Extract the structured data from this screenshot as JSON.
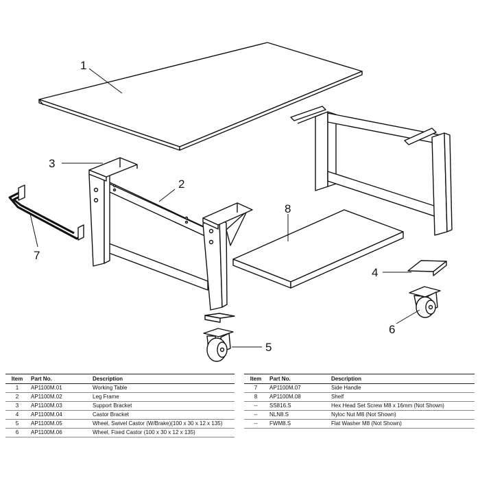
{
  "callouts": [
    "1",
    "2",
    "3",
    "4",
    "5",
    "6",
    "7",
    "8"
  ],
  "headers": {
    "item": "Item",
    "part_no": "Part No.",
    "description": "Description"
  },
  "parts_left": [
    {
      "item": "1",
      "part_no": "AP1100M.01",
      "description": "Working Table"
    },
    {
      "item": "2",
      "part_no": "AP1100M.02",
      "description": "Leg Frame"
    },
    {
      "item": "3",
      "part_no": "AP1100M.03",
      "description": "Support Bracket"
    },
    {
      "item": "4",
      "part_no": "AP1100M.04",
      "description": "Castor Bracket"
    },
    {
      "item": "5",
      "part_no": "AP1100M.05",
      "description": "Wheel, Swivel Castor (W/Brake)(100 x 30 x 12 x 135)"
    },
    {
      "item": "6",
      "part_no": "AP1100M.06",
      "description": "Wheel, Fixed Castor (100 x 30 x 12 x 135)"
    }
  ],
  "parts_right": [
    {
      "item": "7",
      "part_no": "AP1100M.07",
      "description": "Side Handle"
    },
    {
      "item": "8",
      "part_no": "AP1100M.08",
      "description": "Shelf"
    },
    {
      "item": "--",
      "part_no": "SS816.S",
      "description": "Hex Head Set Screw M8 x 16mm (Not Shown)"
    },
    {
      "item": "--",
      "part_no": "NLN8.S",
      "description": "Nyloc Nut M8 (Not Shown)"
    },
    {
      "item": "--",
      "part_no": "FWM8.S",
      "description": "Flat Washer M8 (Not Shown)"
    }
  ]
}
